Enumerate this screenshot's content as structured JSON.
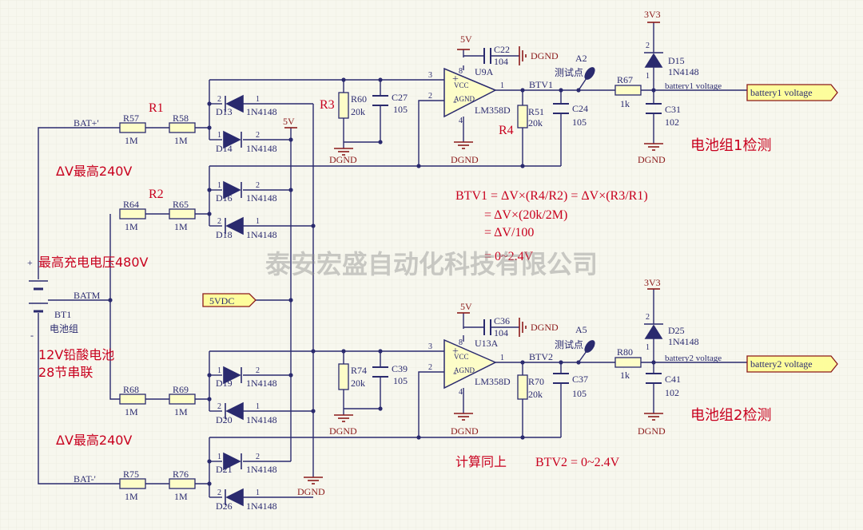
{
  "wm": "泰安宏盛自动化科技有限公司",
  "parts": {
    "R57": {
      "ref": "R57",
      "val": "1M"
    },
    "R58": {
      "ref": "R58",
      "val": "1M"
    },
    "R64": {
      "ref": "R64",
      "val": "1M"
    },
    "R65": {
      "ref": "R65",
      "val": "1M"
    },
    "R68": {
      "ref": "R68",
      "val": "1M"
    },
    "R69": {
      "ref": "R69",
      "val": "1M"
    },
    "R75": {
      "ref": "R75",
      "val": "1M"
    },
    "R76": {
      "ref": "R76",
      "val": "1M"
    },
    "R60": {
      "ref": "R60",
      "val": "20k"
    },
    "R51": {
      "ref": "R51",
      "val": "20k"
    },
    "R74": {
      "ref": "R74",
      "val": "20k"
    },
    "R70": {
      "ref": "R70",
      "val": "20k"
    },
    "R67": {
      "ref": "R67",
      "val": "1k"
    },
    "R80": {
      "ref": "R80",
      "val": "1k"
    },
    "C27": {
      "ref": "C27",
      "val": "105"
    },
    "C24": {
      "ref": "C24",
      "val": "105"
    },
    "C39": {
      "ref": "C39",
      "val": "105"
    },
    "C37": {
      "ref": "C37",
      "val": "105"
    },
    "C22": {
      "ref": "C22",
      "val": "104"
    },
    "C36": {
      "ref": "C36",
      "val": "104"
    },
    "C31": {
      "ref": "C31",
      "val": "102"
    },
    "C41": {
      "ref": "C41",
      "val": "102"
    },
    "D13": {
      "ref": "D13",
      "val": "1N4148"
    },
    "D14": {
      "ref": "D14",
      "val": "1N4148"
    },
    "D16": {
      "ref": "D16",
      "val": "1N4148"
    },
    "D18": {
      "ref": "D18",
      "val": "1N4148"
    },
    "D19": {
      "ref": "D19",
      "val": "1N4148"
    },
    "D20": {
      "ref": "D20",
      "val": "1N4148"
    },
    "D21": {
      "ref": "D21",
      "val": "1N4148"
    },
    "D26": {
      "ref": "D26",
      "val": "1N4148"
    },
    "D15": {
      "ref": "D15",
      "val": "1N4148"
    },
    "D25": {
      "ref": "D25",
      "val": "1N4148"
    },
    "U9A": {
      "ref": "U9A",
      "val": "LM358D"
    },
    "U13A": {
      "ref": "U13A",
      "val": "LM358D"
    },
    "BT1": {
      "ref": "BT1",
      "val": "电池组"
    }
  },
  "pins": {
    "p1": "1",
    "p2": "2",
    "p3": "3",
    "p4": "4",
    "p8": "8",
    "vcc": "VCC",
    "agnd": "AGND",
    "plus": "+",
    "minus": "-"
  },
  "nets": {
    "bat_plus": "BAT+'",
    "bat_minus": "BAT-'",
    "batm": "BATM",
    "btv1": "BTV1",
    "btv2": "BTV2",
    "v5": "5V",
    "v33": "3V3",
    "dgnd": "DGND",
    "v5dc": "5VDC",
    "bv1": "battery1 voltage",
    "bv2": "battery2 voltage",
    "a2": "A2",
    "a5": "A5",
    "tp": "测试点"
  },
  "notes": {
    "r1": "R1",
    "r2": "R2",
    "r3": "R3",
    "r4": "R4",
    "dv1": "ΔV最高240V",
    "dv2": "ΔV最高240V",
    "maxv": "最高充电电压480V",
    "batt1": "12V铅酸电池",
    "batt2": "28节串联",
    "eq1": "BTV1 = ΔV×(R4/R2) = ΔV×(R3/R1)",
    "eq2": "= ΔV×(20k/2M)",
    "eq3": "= ΔV/100",
    "eq4": "= 0~2.4V",
    "g1": "电池组1检测",
    "g2": "电池组2检测",
    "same": "计算同上",
    "btv2eq": "BTV2 = 0~2.4V"
  },
  "colors": {
    "wire": "#2a2a6e",
    "part": "#2a2a6e",
    "label": "#2b2b70",
    "note": "#c8001e",
    "fill": "#fdfdc8",
    "pwr": "#8b1a1a"
  }
}
